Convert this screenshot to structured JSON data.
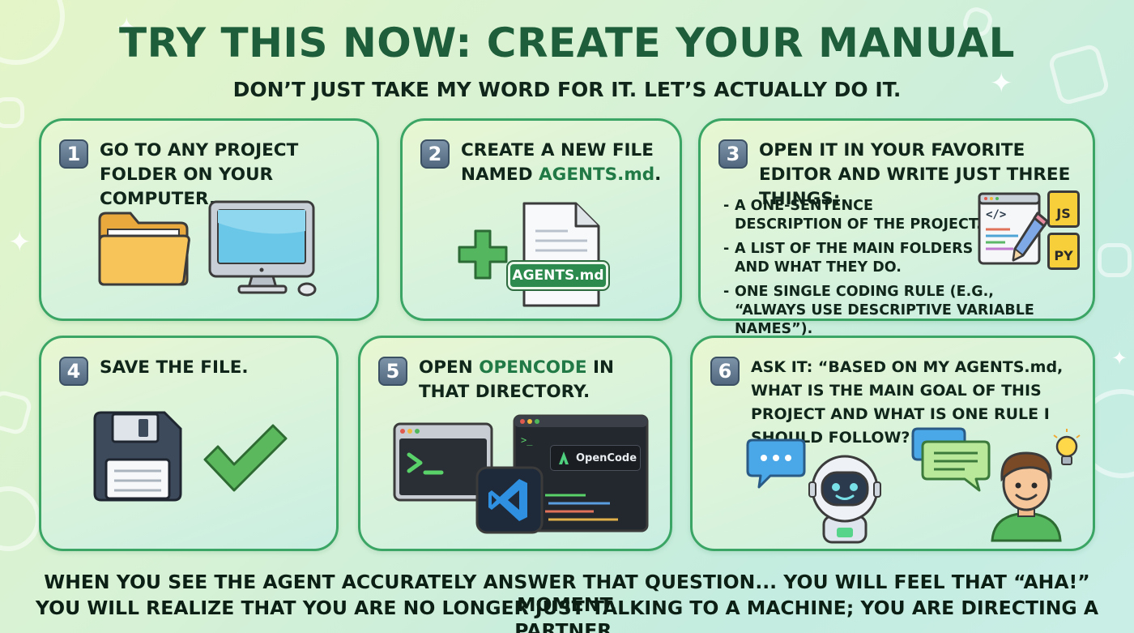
{
  "header": {
    "title": "TRY THIS NOW: CREATE YOUR MANUAL",
    "subtitle": "DON’T JUST TAKE MY WORD FOR IT. LET’S ACTUALLY DO IT."
  },
  "steps": [
    {
      "number": "1",
      "text": "GO TO ANY PROJECT FOLDER ON YOUR COMPUTER."
    },
    {
      "number": "2",
      "text_before": "CREATE A NEW FILE NAMED ",
      "highlight": "AGENTS",
      "highlight_ext": ".md",
      "text_after": ".",
      "file_label": "AGENTS.md"
    },
    {
      "number": "3",
      "text": "OPEN IT IN YOUR FAVORITE EDITOR AND WRITE JUST THREE THINGS:",
      "bullets": [
        "A ONE-SENTENCE DESCRIPTION OF THE PROJECT.",
        "A LIST OF THE MAIN FOLDERS AND WHAT THEY DO.",
        "ONE SINGLE CODING RULE (E.G., “ALWAYS USE DESCRIPTIVE VARIABLE NAMES”)."
      ],
      "badges": [
        "JS",
        "PY"
      ]
    },
    {
      "number": "4",
      "text": "SAVE THE FILE."
    },
    {
      "number": "5",
      "text_before": "OPEN ",
      "highlight": "OPENCODE",
      "text_after": " IN THAT DIRECTORY.",
      "app_label": "OpenCode"
    },
    {
      "number": "6",
      "text": "ASK IT: “BASED ON MY AGENTS.md, WHAT IS THE MAIN GOAL OF THIS PROJECT AND WHAT IS ONE RULE I SHOULD FOLLOW?”"
    }
  ],
  "footer": {
    "line1": "WHEN YOU SEE THE AGENT ACCURATELY ANSWER THAT QUESTION... YOU WILL FEEL THAT “AHA!” MOMENT.",
    "line2": "YOU WILL REALIZE THAT YOU ARE NO LONGER JUST TALKING TO A MACHINE; YOU ARE DIRECTING A PARTNER."
  },
  "colors": {
    "accent": "#3aa564",
    "title": "#1f5e3a",
    "highlight": "#217a45",
    "badge": "#f7cf3a"
  },
  "icons": [
    "folder-icon",
    "monitor-icon",
    "plus-icon",
    "document-icon",
    "code-editor-icon",
    "pencil-icon",
    "floppy-disk-icon",
    "checkmark-icon",
    "terminal-icon",
    "vscode-icon",
    "chat-bubble-icon",
    "robot-icon",
    "person-icon",
    "lightbulb-icon"
  ]
}
